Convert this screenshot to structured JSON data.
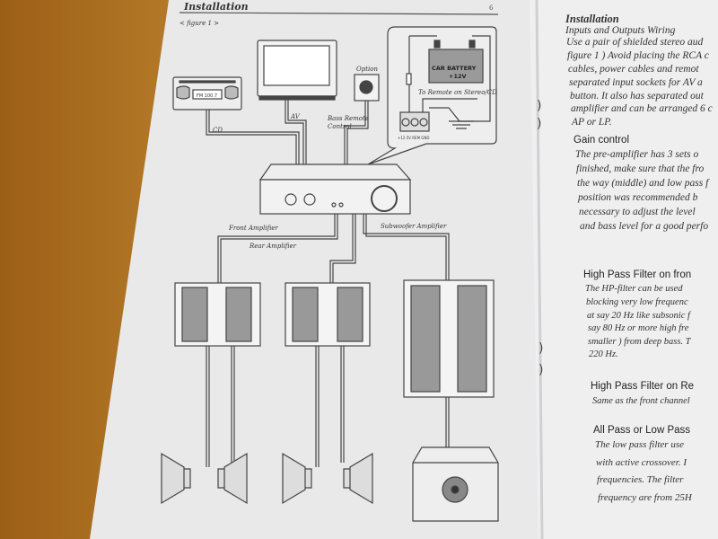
{
  "left_page": {
    "header": "Installation",
    "page_number": "6",
    "figure_label": "< figure 1 >",
    "diagram": {
      "radio_display": "FM 100.7",
      "option_label": "Option",
      "battery_label": "CAR BATTERY",
      "battery_voltage": "+12V",
      "remote_label": "To Remote on Stereo/CD",
      "terminal_labels": "+12.5V  REM  GND",
      "cd_label": "CD",
      "av_label": "AV",
      "bass_remote_label_1": "Bass Remote",
      "bass_remote_label_2": "Control",
      "front_amp_label": "Front Amplifier",
      "rear_amp_label": "Rear Amplifier",
      "sub_amp_label": "Subwoofer Amplifier"
    }
  },
  "right_page": {
    "title": "Installation",
    "subtitle": "Inputs and Outputs Wiring",
    "intro_lines": [
      "Use a pair of shielded stereo aud",
      "figure 1 ) Avoid placing the RCA c",
      "cables, power cables and remot",
      "separated input sockets for AV a",
      "button. It also has separated out",
      "amplifier and can be arranged 6 c",
      "AP or LP."
    ],
    "gain_heading": "Gain control",
    "gain_lines": [
      "The pre-amplifier has 3 sets o",
      "finished, make sure that the fro",
      "the way (middle) and low pass f",
      "position was recommended b",
      "necessary to adjust the level",
      "and bass level for a good perfo"
    ],
    "hpf_front_heading": "High Pass Filter on fron",
    "hpf_front_lines": [
      "The HP-filter can be used",
      "blocking very low frequenc",
      "at say 20 Hz like subsonic f",
      "say 80 Hz or more high fre",
      "smaller ) from deep bass. T",
      "220 Hz."
    ],
    "hpf_rear_heading": "High Pass Filter on Re",
    "hpf_rear_lines": [
      "Same as the front channel"
    ],
    "lpf_heading": "All Pass or Low Pass",
    "lpf_lines": [
      "The low pass filter use",
      "with active crossover. I",
      "frequencies. The filter",
      "frequency are from 25H"
    ]
  }
}
